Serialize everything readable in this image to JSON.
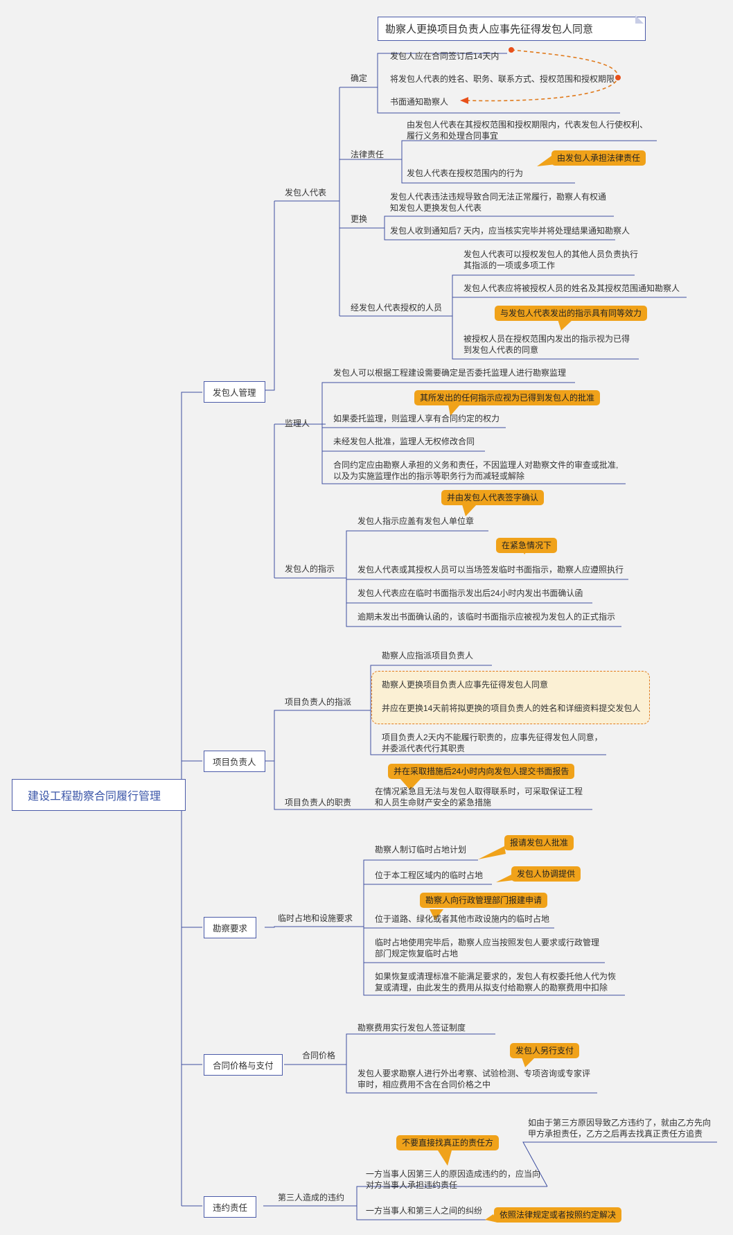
{
  "root": "建设工程勘察合同履行管理",
  "top_note": "勘察人更换项目负责人应事先征得发包人同意",
  "branches": {
    "fabao": "发包人管理",
    "xiangmu": "项目负责人",
    "kancha": "勘察要求",
    "hetong": "合同价格与支付",
    "weiyue": "违约责任"
  },
  "daibiao": {
    "label": "发包人代表",
    "queding": {
      "label": "确定",
      "items": [
        "发包人应在合同签订后14天内",
        "将发包人代表的姓名、职务、联系方式、授权范围和授权期限",
        "书面通知勘察人"
      ]
    },
    "falv": {
      "label": "法律责任",
      "items": [
        "由发包人代表在其授权范围和授权期限内，代表发包人行使权利、",
        "履行义务和处理合同事宜",
        "发包人代表在授权范围内的行为"
      ],
      "callout": "由发包人承担法律责任"
    },
    "genghuan": {
      "label": "更换",
      "items": [
        "发包人代表违法违规导致合同无法正常履行，勘察人有权通",
        "知发包人更换发包人代表",
        "发包人收到通知后7 天内，应当核实完毕并将处理结果通知勘察人"
      ]
    },
    "shouquan": {
      "label": "经发包人代表授权的人员",
      "items": [
        "发包人代表可以授权发包人的其他人员负责执行",
        "其指派的一项或多项工作",
        "发包人代表应将被授权人员的姓名及其授权范围通知勘察人",
        "被授权人员在授权范围内发出的指示视为已得",
        "到发包人代表的同意"
      ],
      "callout": "与发包人代表发出的指示具有同等效力"
    }
  },
  "jianli": {
    "label": "监理人",
    "items": [
      "发包人可以根据工程建设需要确定是否委托监理人进行勘察监理",
      "如果委托监理，则监理人享有合同约定的权力",
      "未经发包人批准，监理人无权修改合同",
      "合同约定应由勘察人承担的义务和责任，不因监理人对勘察文件的审查或批准,",
      "以及为实施监理作出的指示等职务行为而减轻或解除"
    ],
    "callout": "其所发出的任何指示应视为已得到发包人的批准"
  },
  "zhishi": {
    "label": "发包人的指示",
    "items": [
      "发包人指示应盖有发包人单位章",
      "发包人代表或其授权人员可以当场签发临时书面指示，勘察人应遵照执行",
      "发包人代表应在临时书面指示发出后24小时内发出书面确认函",
      "逾期未发出书面确认函的，该临时书面指示应被视为发包人的正式指示"
    ],
    "callouts": [
      "并由发包人代表签字确认",
      "在紧急情况下"
    ]
  },
  "zhipai": {
    "label": "项目负责人的指派",
    "items": [
      "勘察人应指派项目负责人",
      "勘察人更换项目负责人应事先征得发包人同意",
      "并应在更换14天前将拟更换的项目负责人的姓名和详细资料提交发包人",
      "项目负责人2天内不能履行职责的，应事先征得发包人同意，",
      "并委派代表代行其职责"
    ]
  },
  "zhize": {
    "label": "项目负责人的职责",
    "items": [
      "在情况紧急且无法与发包人取得联系时，可采取保证工程",
      "和人员生命财产安全的紧急措施"
    ],
    "callout": "并在采取措施后24小时内向发包人提交书面报告"
  },
  "linshi": {
    "label": "临时占地和设施要求",
    "items": [
      "勘察人制订临时占地计划",
      "位于本工程区域内的临时占地",
      "位于道路、绿化或者其他市政设施内的临时占地",
      "临时占地使用完毕后，勘察人应当按照发包人要求或行政管理",
      "部门规定恢复临时占地",
      "如果恢复或清理标准不能满足要求的，发包人有权委托他人代为恢",
      "复或清理，由此发生的费用从拟支付给勘察人的勘察费用中扣除"
    ],
    "callouts": [
      "报请发包人批准",
      "发包人协调提供",
      "勘察人向行政管理部门报建申请"
    ]
  },
  "jiage": {
    "label": "合同价格",
    "items": [
      "勘察费用实行发包人签证制度",
      "发包人要求勘察人进行外出考察、试验检测、专项咨询或专家评",
      "审时，相应费用不含在合同价格之中"
    ],
    "callout": "发包人另行支付"
  },
  "disanfang": {
    "label": "第三人造成的违约",
    "items": [
      "一方当事人因第三人的原因造成违约的，应当向",
      "对方当事人承担违约责任",
      "一方当事人和第三人之间的纠纷",
      "如由于第三方原因导致乙方违约了，就由乙方先向",
      "甲方承担责任，乙方之后再去找真正责任方追责"
    ],
    "callouts": [
      "不要直接找真正的责任方",
      "依照法律规定或者按照约定解决"
    ]
  },
  "colors": {
    "line": "#3d4ea0",
    "callout": "#f0a21a",
    "dash": "#e07a1c"
  }
}
